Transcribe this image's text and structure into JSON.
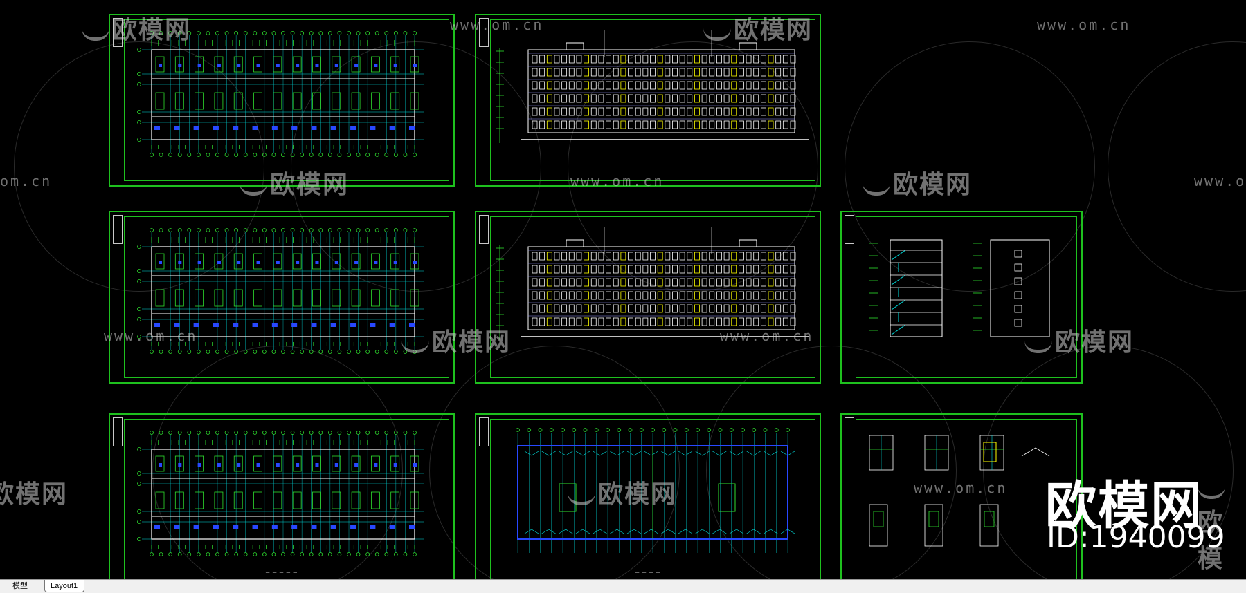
{
  "watermark": {
    "url_text": "www.om.cn",
    "url_text_short": "om.cn",
    "logo_text": "欧模网"
  },
  "brand": {
    "name": "欧模网",
    "id_label": "ID:1940099"
  },
  "tabs": [
    {
      "label": "模型",
      "active": false
    },
    {
      "label": "Layout1",
      "active": true
    }
  ],
  "colors": {
    "frame": "#1ec01e",
    "background": "#000000",
    "cyan": "#00ffff",
    "yellow": "#ffff00",
    "blue": "#2040ff"
  }
}
